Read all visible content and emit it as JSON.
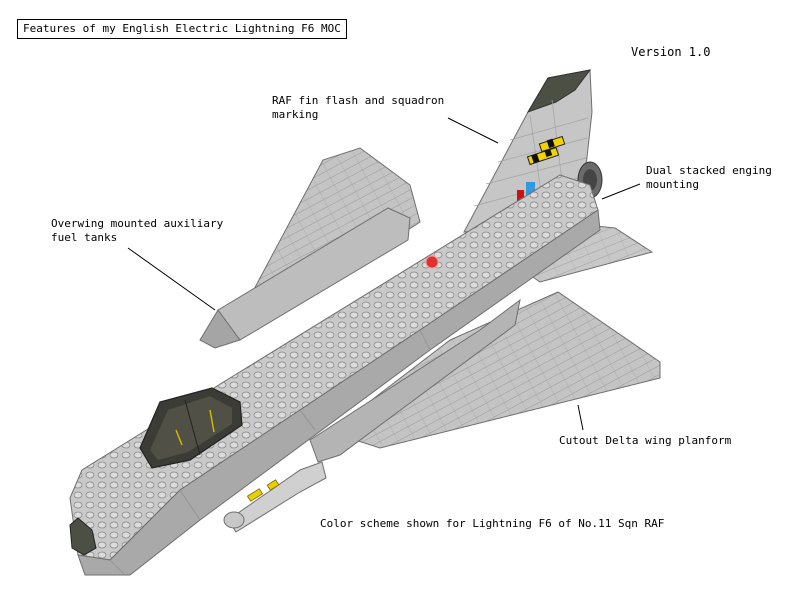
{
  "title": "Features of my English Electric Lightning F6 MOC",
  "version": "Version 1.0",
  "callouts": {
    "fin_flash": "RAF fin flash and squadron\nmarking",
    "engine_mounting": "Dual stacked enging\nmounting",
    "fuel_tanks": "Overwing mounted auxiliary\nfuel tanks",
    "wing_planform": "Cutout Delta wing planform",
    "color_scheme": "Color scheme shown for Lightning F6 of No.11 Sqn RAF"
  },
  "colors": {
    "brick_light": "#cfcfcf",
    "brick_mid": "#b8b8b8",
    "brick_dark": "#8e8e8e",
    "outline": "#6e6e6e",
    "nose_cone": "#4b4f44",
    "canopy": "#3c3c36",
    "marking_yellow": "#f2d200",
    "roundel_red": "#e03030",
    "fin_flash_red": "#cc1111",
    "fin_flash_blue": "#3399dd"
  }
}
